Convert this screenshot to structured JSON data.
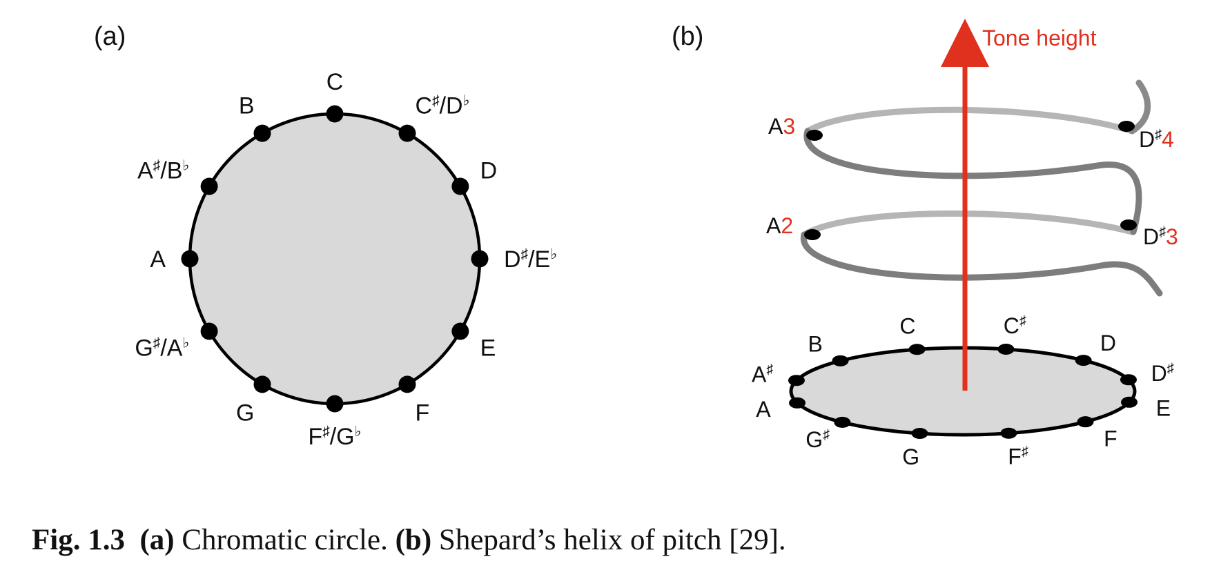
{
  "panels": {
    "a": "(a)",
    "b": "(b)"
  },
  "chromatic_circle": {
    "notes": [
      {
        "base": "C"
      },
      {
        "base": "C",
        "acc": "♯",
        "slash": "/D",
        "acc2": "♭"
      },
      {
        "base": "D"
      },
      {
        "base": "D",
        "acc": "♯",
        "slash": "/E",
        "acc2": "♭"
      },
      {
        "base": "E"
      },
      {
        "base": "F"
      },
      {
        "base": "F",
        "acc": "♯",
        "slash": "/G",
        "acc2": "♭"
      },
      {
        "base": "G"
      },
      {
        "base": "G",
        "acc": "♯",
        "slash": "/A",
        "acc2": "♭"
      },
      {
        "base": "A"
      },
      {
        "base": "A",
        "acc": "♯",
        "slash": "/B",
        "acc2": "♭"
      },
      {
        "base": "B"
      }
    ]
  },
  "helix": {
    "axis_label": "Tone height",
    "helix_labels": [
      {
        "note": "A",
        "octave": "3"
      },
      {
        "note": "D",
        "acc": "♯",
        "octave": "4"
      },
      {
        "note": "A",
        "octave": "2"
      },
      {
        "note": "D",
        "acc": "♯",
        "octave": "3"
      }
    ],
    "base_notes": [
      {
        "base": "C"
      },
      {
        "base": "C",
        "acc": "♯"
      },
      {
        "base": "D"
      },
      {
        "base": "D",
        "acc": "♯"
      },
      {
        "base": "E"
      },
      {
        "base": "F"
      },
      {
        "base": "F",
        "acc": "♯"
      },
      {
        "base": "G"
      },
      {
        "base": "G",
        "acc": "♯"
      },
      {
        "base": "A"
      },
      {
        "base": "A",
        "acc": "♯"
      },
      {
        "base": "B"
      }
    ]
  },
  "caption": {
    "figure_number": "Fig. 1.3",
    "part_a": "(a)",
    "text_a": "Chromatic circle.",
    "part_b": "(b)",
    "text_b": "Shepard’s helix of pitch [29]."
  },
  "colors": {
    "circle_fill": "#d9d9d9",
    "stroke": "#000000",
    "accent": "#e0301e",
    "helix": "#8a8a8a"
  }
}
